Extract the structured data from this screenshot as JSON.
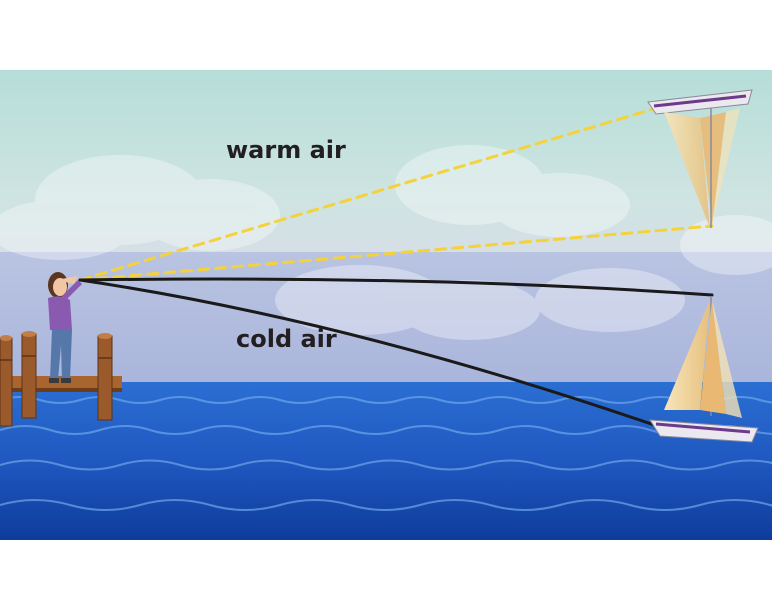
{
  "labels": {
    "warm": "warm air",
    "cold": "cold air"
  },
  "colors": {
    "sky_top": "#b9e0d9",
    "sky_mid": "#d7e4e4",
    "cold_layer": "#b3bede",
    "sea": "#1f5ec4",
    "sea_deep": "#0d3a9a",
    "perceived_line": "#f4d23c",
    "actual_line": "#1a1a1a",
    "sail": "#f1d9a2",
    "hull": "#ece8f0",
    "hull_stripe": "#6b3a8a",
    "dock_wood": "#9a5a2b",
    "shirt": "#8a5ab0",
    "jeans": "#5577aa"
  },
  "icons": [
    "observer-person",
    "sailboat",
    "mirage-sailboat",
    "wooden-dock"
  ]
}
